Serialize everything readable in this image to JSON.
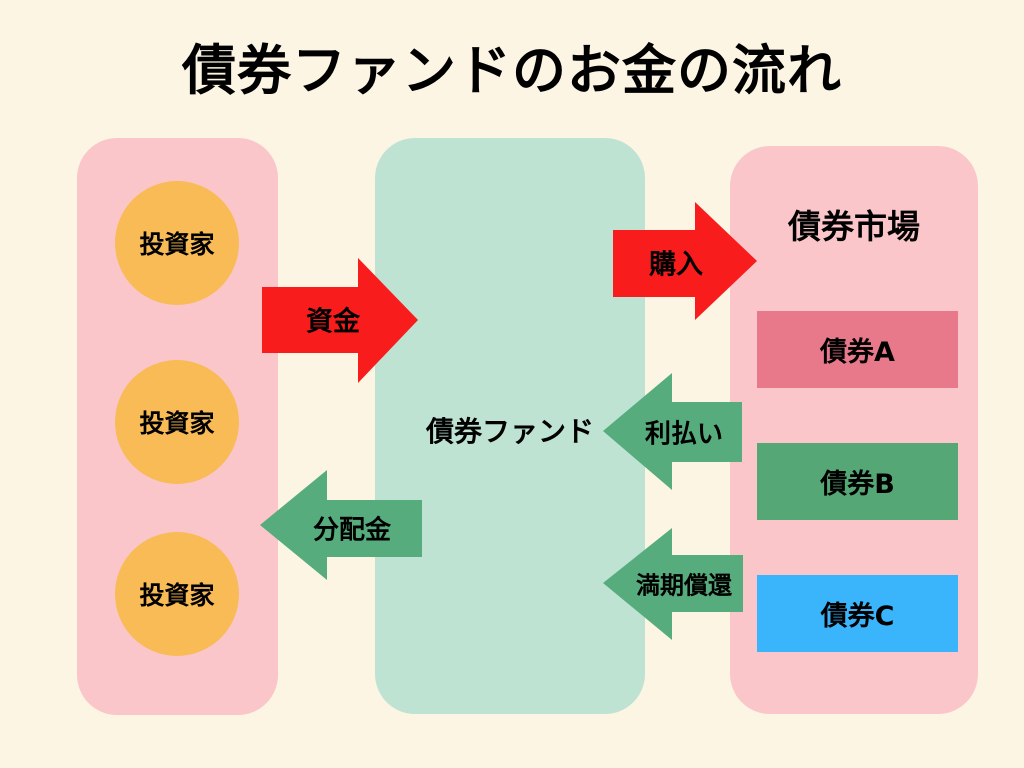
{
  "title": "債券ファンドのお金の流れ",
  "colors": {
    "background": "#FCF5E4",
    "panel_pink": "#FAC6CA",
    "panel_mint": "#BEE3D3",
    "circle_orange": "#F8BB55",
    "arrow_red": "#F91C1C",
    "arrow_green": "#57AC7D",
    "bond_a": "#E8798A",
    "bond_b": "#55A876",
    "bond_c": "#3AB5FC",
    "text": "#000000"
  },
  "investors_panel": {
    "investors": [
      {
        "label": "投資家"
      },
      {
        "label": "投資家"
      },
      {
        "label": "投資家"
      }
    ]
  },
  "fund_panel": {
    "label": "債券ファンド"
  },
  "market_panel": {
    "title": "債券市場",
    "bonds": [
      {
        "label": "債券A"
      },
      {
        "label": "債券B"
      },
      {
        "label": "債券C"
      }
    ]
  },
  "arrows": {
    "funds": {
      "label": "資金",
      "direction": "right",
      "from": "investors",
      "to": "fund"
    },
    "purchase": {
      "label": "購入",
      "direction": "right",
      "from": "fund",
      "to": "market"
    },
    "interest": {
      "label": "利払い",
      "direction": "left",
      "from": "market",
      "to": "fund"
    },
    "redemption": {
      "label": "満期償還",
      "direction": "left",
      "from": "market",
      "to": "fund"
    },
    "distribution": {
      "label": "分配金",
      "direction": "left",
      "from": "fund",
      "to": "investors"
    }
  }
}
